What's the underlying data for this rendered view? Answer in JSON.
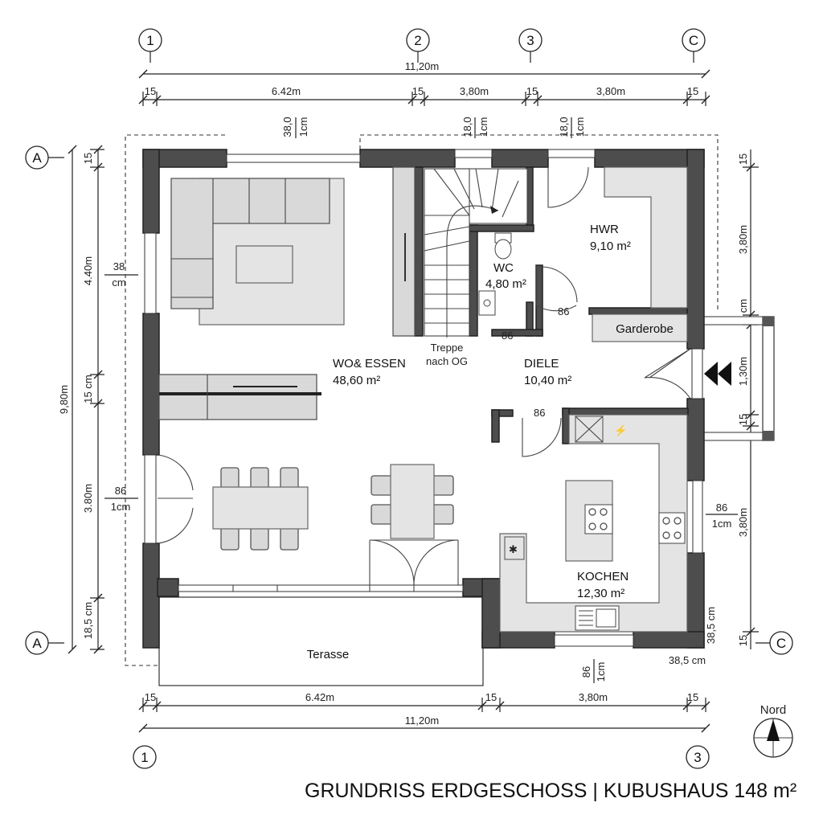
{
  "title": "GRUNDRISS ERDGESCHOSS | KUBUSHAUS  148 m²",
  "north_label": "Nord",
  "grid_markers": {
    "top": [
      "1",
      "2",
      "3",
      "C"
    ],
    "left": [
      "A",
      "A"
    ],
    "right": [
      "C"
    ],
    "bottom": [
      "1",
      "3"
    ]
  },
  "dimensions": {
    "top_total": "11,20m",
    "top_segments": [
      "15",
      "6.42m",
      "15",
      "3,80m",
      "15",
      "3,80m",
      "15"
    ],
    "window_labels": [
      {
        "top": "38,0",
        "bottom": "1cm"
      },
      {
        "top": "18,0",
        "bottom": "1cm"
      },
      {
        "top": "18,0",
        "bottom": "1cm"
      }
    ],
    "left_total": "9,80m",
    "left_segments": [
      "15",
      "4.40m",
      "15 cm",
      "3.80m",
      "18,5 cm"
    ],
    "left_window_1": {
      "top": "38",
      "bottom": "cm"
    },
    "left_window_2": {
      "top": "86",
      "bottom": "1cm"
    },
    "right_segments": [
      "15",
      "3,80m",
      "6 cm",
      "1,30m",
      "15",
      "3,80m",
      "38,5 cm",
      "15"
    ],
    "right_window": {
      "top": "86",
      "bottom": "1cm"
    },
    "bottom_right_label": "38,5 cm",
    "bottom_window": {
      "top": "86",
      "bottom": "1cm"
    },
    "bottom_segments": [
      "15",
      "6.42m",
      "15",
      "3,80m",
      "15"
    ],
    "bottom_total": "11,20m"
  },
  "rooms": {
    "wohnen": {
      "name": "WO& ESSEN",
      "area": "48,60 m²"
    },
    "hwr": {
      "name": "HWR",
      "area": "9,10 m²"
    },
    "wc": {
      "name": "WC",
      "area": "4,80 m²"
    },
    "diele": {
      "name": "DIELE",
      "area": "10,40 m²"
    },
    "kochen": {
      "name": "KOCHEN",
      "area": "12,30 m²"
    },
    "terasse": {
      "name": "Terasse"
    },
    "garderobe": {
      "name": "Garderobe"
    },
    "treppe": {
      "line1": "Treppe",
      "line2": "nach OG"
    }
  },
  "door_widths": [
    "86",
    "86",
    "86"
  ]
}
